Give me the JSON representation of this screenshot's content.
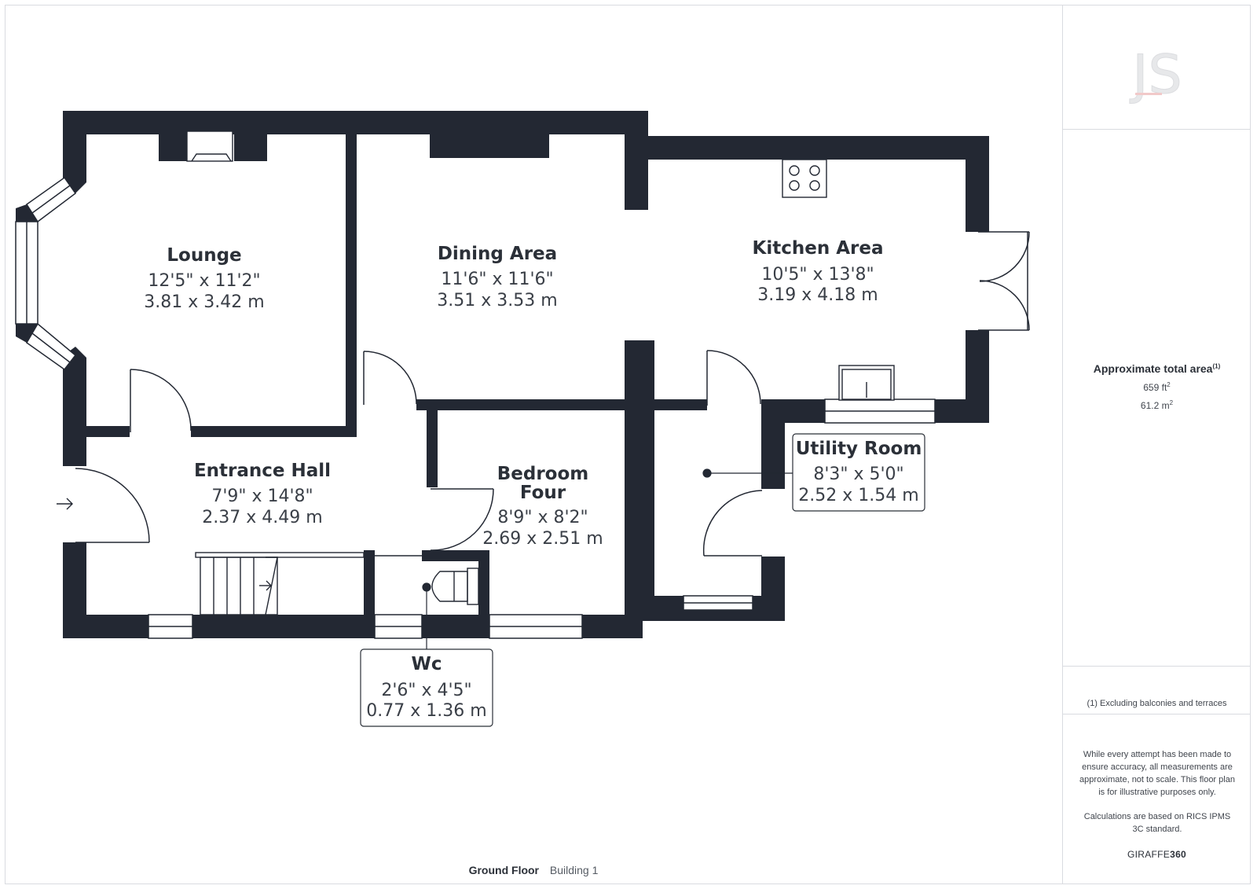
{
  "rooms": {
    "lounge": {
      "name": "Lounge",
      "imperial": "12'5\" x 11'2\"",
      "metric": "3.81 x 3.42 m"
    },
    "dining": {
      "name": "Dining Area",
      "imperial": "11'6\" x 11'6\"",
      "metric": "3.51 x 3.53 m"
    },
    "kitchen": {
      "name": "Kitchen Area",
      "imperial": "10'5\" x 13'8\"",
      "metric": "3.19 x 4.18 m"
    },
    "hall": {
      "name": "Entrance Hall",
      "imperial": "7'9\" x 14'8\"",
      "metric": "2.37 x 4.49 m"
    },
    "bedroom": {
      "name_line1": "Bedroom",
      "name_line2": "Four",
      "imperial": "8'9\" x 8'2\"",
      "metric": "2.69 x 2.51 m"
    },
    "utility": {
      "name": "Utility Room",
      "imperial": "8'3\" x 5'0\"",
      "metric": "2.52 x 1.54 m"
    },
    "wc": {
      "name": "Wc",
      "imperial": "2'6\" x 4'5\"",
      "metric": "0.77 x 1.36 m"
    }
  },
  "sidebar": {
    "logo_text": "JS",
    "area_title": "Approximate total area",
    "area_title_note": "(1)",
    "area_sqft": "659 ft",
    "area_sqm": "61.2 m",
    "area_exp": "2",
    "footnote": "(1) Excluding balconies and terraces",
    "disclaimer_1": "While every attempt has been made to ensure accuracy, all measurements are approximate, not to scale. This floor plan is for illustrative purposes only.",
    "disclaimer_2": "Calculations are based on RICS IPMS 3C standard.",
    "brand_a": "GIRAFFE",
    "brand_b": "360"
  },
  "caption": {
    "floor": "Ground Floor",
    "building": "Building 1"
  },
  "colors": {
    "wall": "#232833",
    "text": "#2b3038",
    "border": "#d9dbe0",
    "logo": "#e7e8ea",
    "logo_accent": "#f1c9c9"
  }
}
